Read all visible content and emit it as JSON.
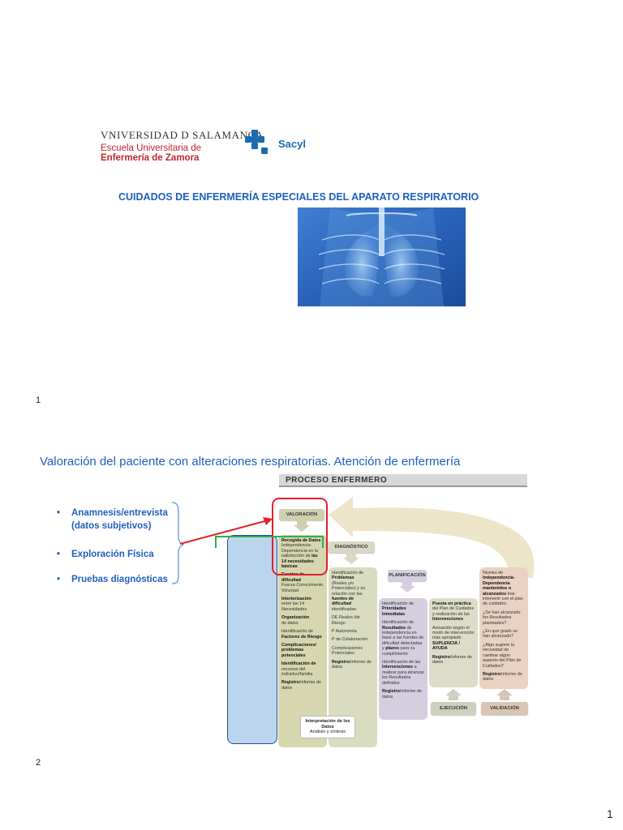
{
  "slide1": {
    "university": "VNIVERSIDAD D SALAMANCA",
    "school_line1": "Escuela Universitaria de",
    "school_line2": "Enfermería de Zamora",
    "sacyl": "Sacyl",
    "title": "CUIDADOS DE ENFERMERÍA ESPECIALES DEL APARATO RESPIRATORIO",
    "page_number": "1"
  },
  "slide2": {
    "title": "Valoración del paciente con alteraciones respiratorias. Atención de enfermería",
    "bullets": [
      "Anamnesis/entrevista (datos subjetivos)",
      "Exploración Física",
      "Pruebas diagnósticas"
    ],
    "page_number": "2",
    "diagram": {
      "header": "PROCESO ENFERMERO",
      "tags": {
        "valoracion": "VALORACIÓN",
        "diagnostico": "DIAGNÓSTICO",
        "planificacion": "PLANIFICACIÓN",
        "ejecucion": "EJECUCIÓN",
        "validacion": "VALIDACIÓN"
      },
      "valoracion": {
        "b1": "Recogida de Datos",
        "t1": "Independencia-Dependencia en la satisfacción de",
        "b1b": "las 14 necesidades básicas",
        "b2": "Fuentes de dificultad",
        "t2": "Fuerza Conocimiento Voluntad",
        "b3": "Interiorización",
        "t3": "entre las 14 Necesidades",
        "b4": "Organización",
        "t4": "de datos",
        "t5": "Identificación de",
        "b5": "Factores de Riesgo",
        "b6": "Complicaciones/ problemas potenciales",
        "b7": "Identificación de",
        "t7": "recursos del individuo/familia",
        "b8": "Registro",
        "t8": "/informe de datos"
      },
      "diagnostico": {
        "t1": "Identificación de",
        "b1": "Problemas",
        "t1b": "(Reales y/o Potenciales) y su relación con las",
        "b1b": "fuentes de dificultad",
        "t1c": "identificadas",
        "t2": "DE Reales /de Riesgo",
        "t3": "P Autonomía",
        "t4": "P de Colaboración",
        "t5": "Complicaciones Potenciales",
        "b6": "Registro",
        "t6": "/informe de datos"
      },
      "planificacion": {
        "t1": "Identificación de",
        "b1": "Prioridades Inmediatas",
        "t2": "Identificación de",
        "b2": "Resultados",
        "t2b": "de independencia en base a las fuentes de dificultad detectadas y",
        "b2b": "plazos",
        "t2c": "para su cumplimiento",
        "t3": "Identificación de las",
        "b3": "Intervenciones",
        "t3b": "a realizar para alcanzar los Resultados definidos",
        "b4": "Registro",
        "t4": "/informe de datos."
      },
      "ejecucion": {
        "b1": "Puesta en práctica",
        "t1": "del Plan de Cuidados y realización de las",
        "b1b": "Intervenciones",
        "t2": "Actuación según el modo de intervención más apropiado",
        "b2": "SUPLENCIA / AYUDA",
        "b3": "Registro",
        "t3": "/informe de datos"
      },
      "validacion": {
        "t1": "Niveles de",
        "b1": "Independencia-Dependencia mantenidos o alcanzados",
        "t1b": "tras intervenir con el plan de cuidados",
        "t2": "¿Se han alcanzado los Resultados planteados?",
        "t3": "¿En qué grado se han alcanzado?",
        "t4": "¿Algo sugiere la necesidad de cambiar algún aspecto del Plan de Cuidados?",
        "b5": "Registro",
        "t5": "/informe de datos"
      },
      "interpretacion_title": "Interpretación de los Datos",
      "interpretacion_sub": "Análisis y síntesis"
    }
  },
  "footer_page": "1",
  "colors": {
    "title_blue": "#1f5fbf",
    "usal_red": "#c0262f",
    "sacyl_blue": "#1a6bb0",
    "highlight_red": "#e2202a",
    "bracket_green": "#2bb14a"
  }
}
